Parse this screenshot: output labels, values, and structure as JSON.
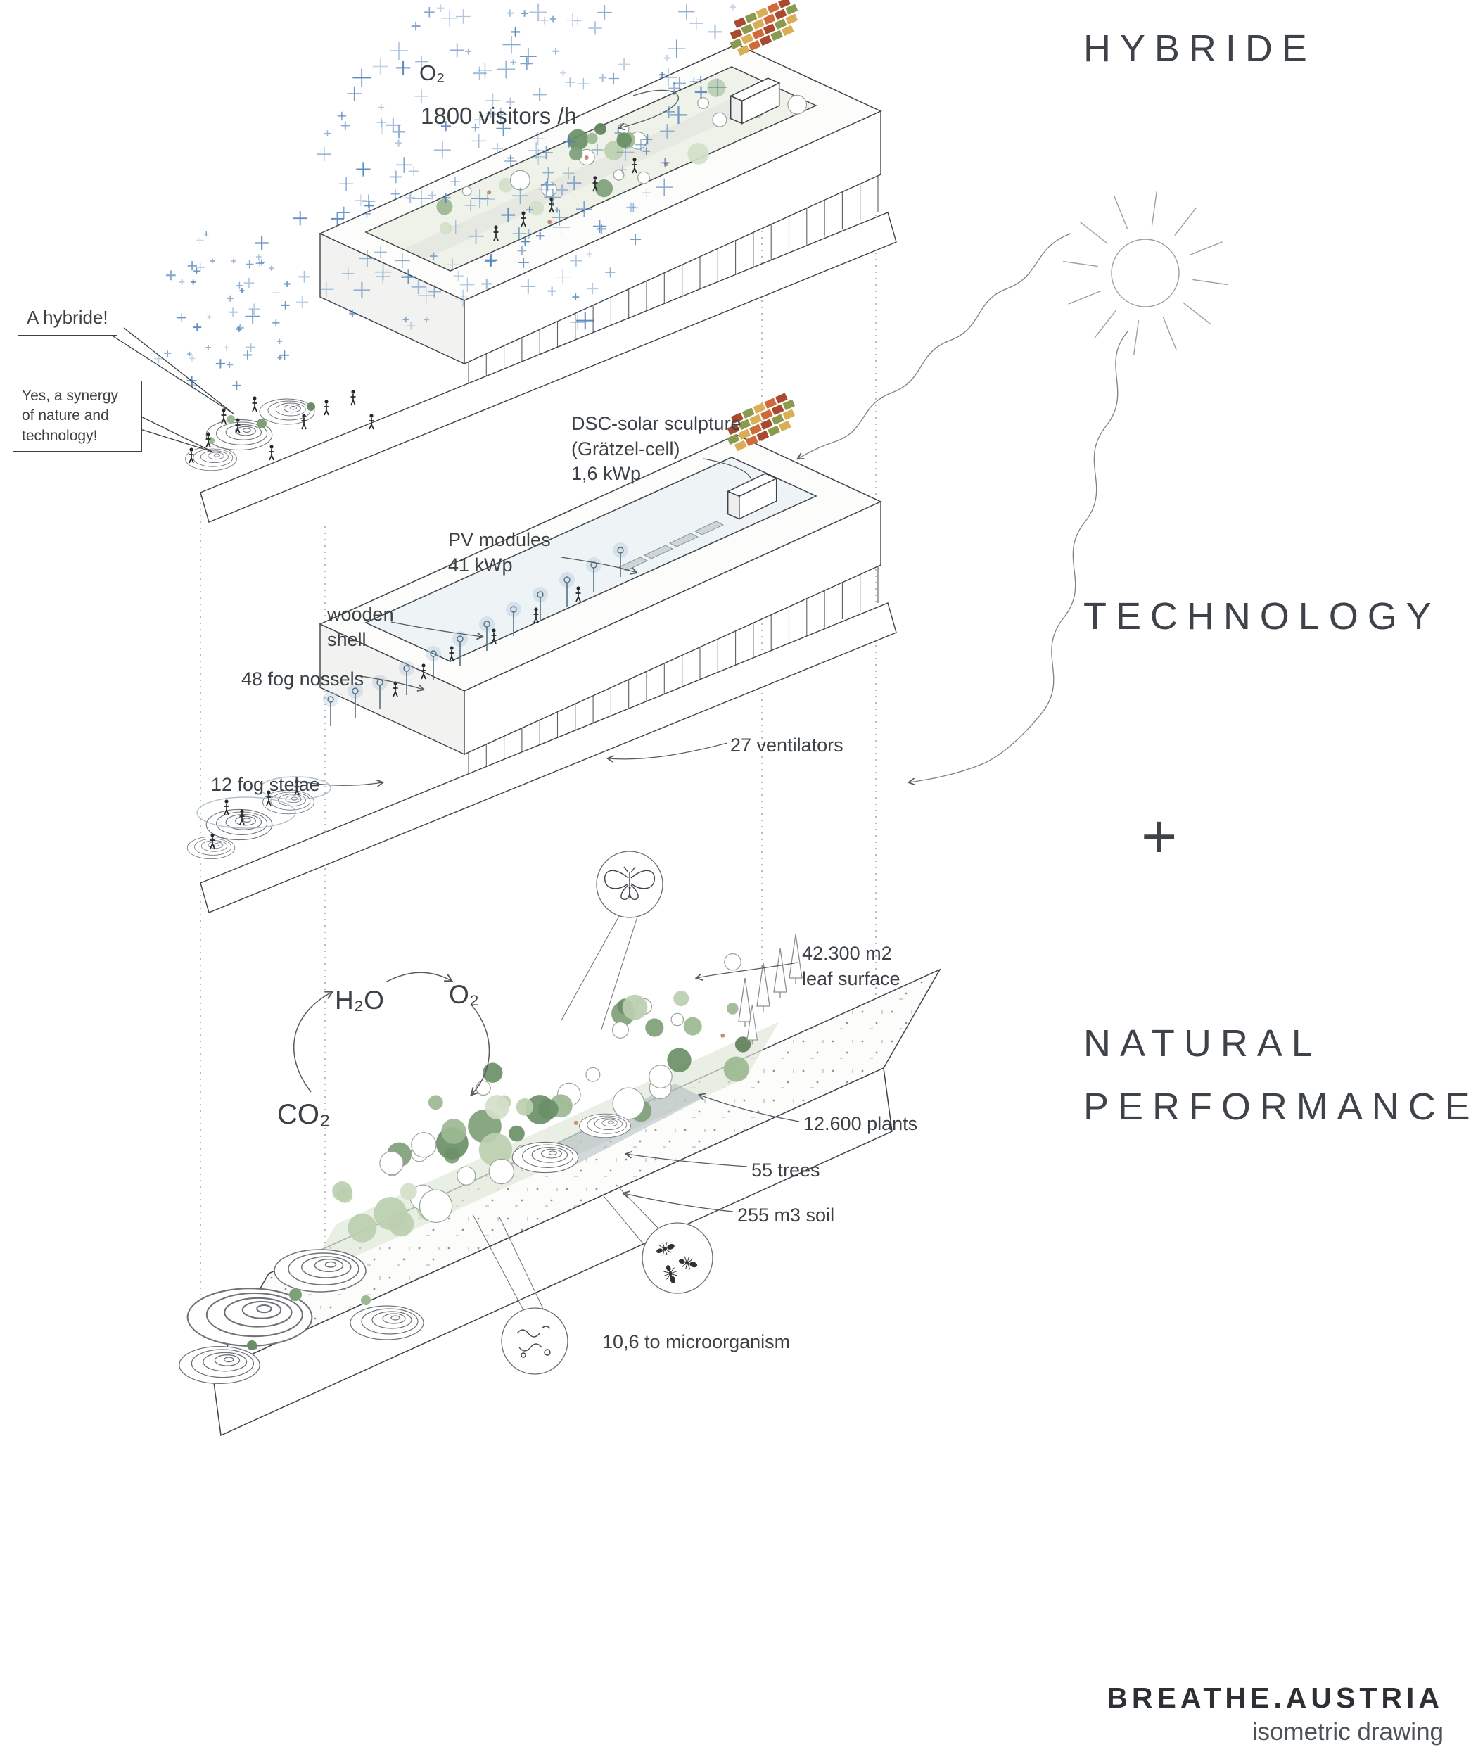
{
  "brand": {
    "name": "BREATHE.AUSTRIA",
    "subtitle": "isometric drawing"
  },
  "headings": {
    "hybride": "HYBRIDE",
    "technology": "TECHNOLOGY",
    "plus": "+",
    "natural": "NATURAL",
    "performance": "PERFORMANCE"
  },
  "speech": {
    "bubble_short": "A hybride!",
    "bubble_long": "Yes, a synergy\nof nature and\ntechnology!"
  },
  "annotations": {
    "o2_emission": "O₂",
    "visitors": "1800 visitors /h",
    "dsc_sculpture": "DSC-solar sculpture\n(Grätzel-cell)\n1,6 kWp",
    "pv_modules": "PV modules\n41 kWp",
    "wooden_shell": "wooden\nshell",
    "fog_nozzles": "48 fog nossels",
    "ventilators": "27 ventilators",
    "fog_stelae": "12 fog stelae",
    "leaf_surface": "42.300 m2\nleaf surface",
    "plants": "12.600 plants",
    "trees": "55 trees",
    "soil": "255 m3 soil",
    "microorganisms": "10,6 to microorganism",
    "h2o": "H₂O",
    "o2_cycle": "O₂",
    "co2": "CO₂"
  },
  "icons": {
    "sun": "sun-icon",
    "butterfly": "butterfly-icon",
    "ants": "ants-icon",
    "microorganism": "microorganism-icon",
    "solar_sculpture": "dsc-solar-sculpture-icon"
  },
  "colors": {
    "ink": "#3c4146",
    "line": "#565b60",
    "accent_blue": "#4a7db8",
    "greens": [
      "#7f9f78",
      "#9cb892",
      "#bccfb0",
      "#6a8f66",
      "#d4e0c8"
    ],
    "green_dark": "#5d7d59",
    "sketch": "#9aa39a",
    "fog": "#b9c9d4",
    "solar": [
      "#cf6a3b",
      "#a84a30",
      "#8a9a4e",
      "#d8ae57"
    ]
  }
}
